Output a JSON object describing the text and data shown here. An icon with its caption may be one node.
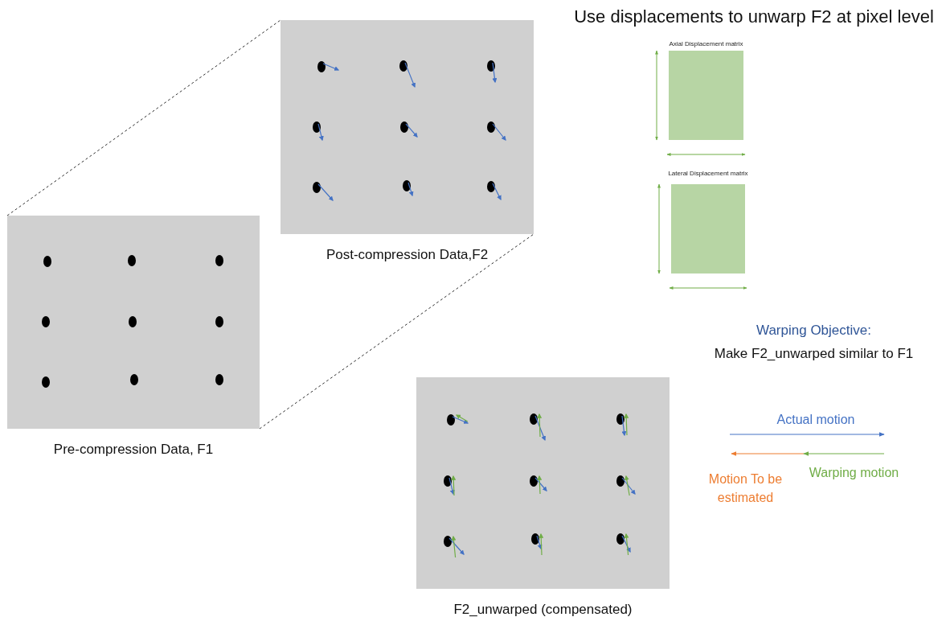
{
  "diagram": {
    "title": "Use displacements to unwarp F2 at pixel level",
    "nodes": [
      {
        "text": [
          "Pre-compression Data, F1"
        ]
      },
      {
        "text": [
          "Post-compression Data,F2"
        ]
      },
      {
        "text": [
          "Axial Displacement matrix"
        ]
      },
      {
        "text": [
          "Lateral Displacement matrix"
        ]
      },
      {
        "text": [
          "F2_unwarped (compensated)"
        ]
      }
    ],
    "edges": [
      {
        "from": 0,
        "to": 1,
        "arrow": "none",
        "style": "dashed"
      },
      {
        "from": 0,
        "to": 1,
        "arrow": "none",
        "style": "dashed"
      }
    ],
    "labels": [
      "Warping Objective:",
      "Make F2_unwarped similar to F1",
      "Actual motion",
      "Motion To be estimated",
      "Warping motion"
    ]
  }
}
